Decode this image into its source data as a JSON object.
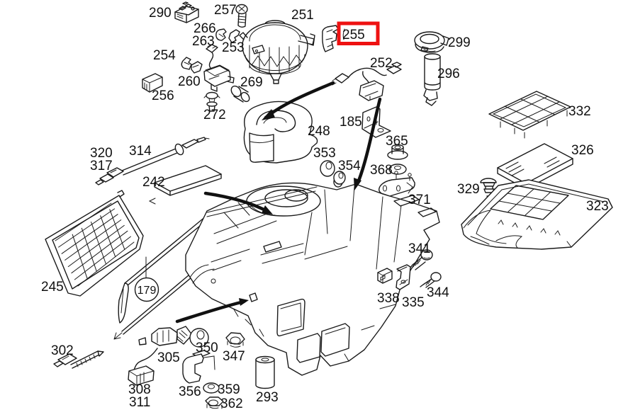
{
  "diagram": {
    "type": "exploded-parts-diagram",
    "background_color": "#ffffff",
    "line_color": "#1a1a1a",
    "highlight": {
      "part_number": "255",
      "box_color": "#ee1111"
    },
    "circled_part_number": "179",
    "parts": [
      {
        "number": "290"
      },
      {
        "number": "257"
      },
      {
        "number": "251"
      },
      {
        "number": "266"
      },
      {
        "number": "255"
      },
      {
        "number": "263"
      },
      {
        "number": "299"
      },
      {
        "number": "253"
      },
      {
        "number": "254"
      },
      {
        "number": "252"
      },
      {
        "number": "296"
      },
      {
        "number": "260"
      },
      {
        "number": "269"
      },
      {
        "number": "256"
      },
      {
        "number": "332"
      },
      {
        "number": "272"
      },
      {
        "number": "185"
      },
      {
        "number": "248"
      },
      {
        "number": "365"
      },
      {
        "number": "326"
      },
      {
        "number": "314"
      },
      {
        "number": "320"
      },
      {
        "number": "353"
      },
      {
        "number": "317"
      },
      {
        "number": "354"
      },
      {
        "number": "368"
      },
      {
        "number": "242"
      },
      {
        "number": "329"
      },
      {
        "number": "371"
      },
      {
        "number": "323"
      },
      {
        "number": "341"
      },
      {
        "number": "245"
      },
      {
        "number": "344"
      },
      {
        "number": "338"
      },
      {
        "number": "335"
      },
      {
        "number": "302"
      },
      {
        "number": "350"
      },
      {
        "number": "347"
      },
      {
        "number": "305"
      },
      {
        "number": "308"
      },
      {
        "number": "359"
      },
      {
        "number": "356"
      },
      {
        "number": "293"
      },
      {
        "number": "311"
      },
      {
        "number": "362"
      },
      {
        "number": "179"
      }
    ]
  }
}
